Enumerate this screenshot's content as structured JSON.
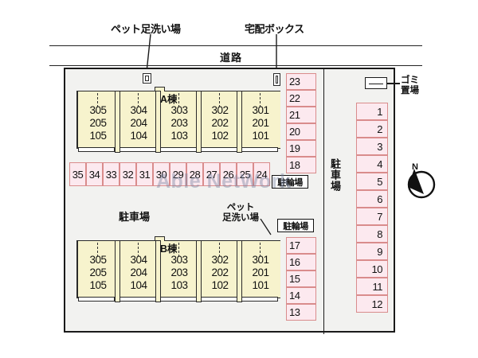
{
  "watermark": "Able NetWork",
  "road": {
    "label": "道路"
  },
  "callouts": [
    {
      "label": "ペット足洗い場",
      "icon": "pet-wash-icon"
    },
    {
      "label": "宅配ボックス",
      "icon": "delivery-box-icon"
    }
  ],
  "buildings": [
    {
      "name": "A棟",
      "units": [
        {
          "floors": [
            "305",
            "205",
            "105"
          ]
        },
        {
          "floors": [
            "304",
            "204",
            "104"
          ]
        },
        {
          "floors": [
            "303",
            "203",
            "103"
          ]
        },
        {
          "floors": [
            "302",
            "202",
            "102"
          ]
        },
        {
          "floors": [
            "301",
            "201",
            "101"
          ]
        }
      ]
    },
    {
      "name": "B棟",
      "units": [
        {
          "floors": [
            "305",
            "205",
            "105"
          ]
        },
        {
          "floors": [
            "304",
            "204",
            "104"
          ]
        },
        {
          "floors": [
            "303",
            "203",
            "103"
          ]
        },
        {
          "floors": [
            "302",
            "202",
            "102"
          ]
        },
        {
          "floors": [
            "301",
            "201",
            "101"
          ]
        }
      ]
    }
  ],
  "parking": {
    "center_row": [
      "35",
      "34",
      "33",
      "32",
      "31",
      "30",
      "29",
      "28",
      "27",
      "26",
      "25",
      "24"
    ],
    "middle_upper_column": [
      "23",
      "22",
      "21",
      "20",
      "19",
      "18"
    ],
    "middle_lower_column": [
      "17",
      "16",
      "15",
      "14",
      "13"
    ],
    "right_column": [
      "1",
      "2",
      "3",
      "4",
      "5",
      "6",
      "7",
      "8",
      "9",
      "10",
      "11",
      "12"
    ]
  },
  "labels": {
    "parking_lot": "駐車場",
    "parking_lot_vertical": "駐車場",
    "bicycle_parking_upper": "駐輪場",
    "bicycle_parking_lower": "駐輪場",
    "pet_wash_inner_line1": "ペット",
    "pet_wash_inner_line2": "足洗い場",
    "garbage_line1": "ゴミ",
    "garbage_line2": "置場"
  },
  "compass": {
    "north_label": "N"
  },
  "colors": {
    "building_fill": "#f7f3cd",
    "stall_fill": "#fce9ef",
    "stall_border": "#d98c8c",
    "plot_fill": "#f2f2f0",
    "outline": "#1a1a1a",
    "watermark": "#7882a0"
  }
}
